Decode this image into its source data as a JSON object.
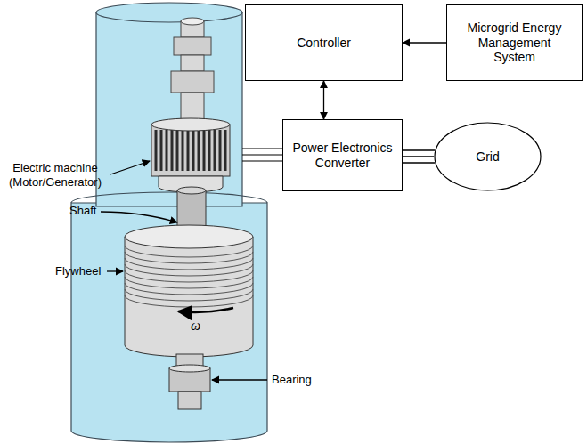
{
  "diagram": {
    "nodes": [
      {
        "text": [
          "Controller"
        ]
      },
      {
        "text": [
          "Microgrid Energy Management System"
        ]
      },
      {
        "text": [
          "Power Electronics Converter"
        ]
      },
      {
        "text": [
          "Grid"
        ]
      }
    ],
    "edges": [
      {
        "from": 1,
        "to": 0,
        "arrow": "to"
      },
      {
        "from": 0,
        "to": 2,
        "arrow": "both"
      },
      {
        "from": 2,
        "to": 3,
        "arrow": "none"
      }
    ],
    "labels": [
      "Electric machine (Motor/Generator)",
      "Shaft",
      "Flywheel",
      "ω",
      "Bearing"
    ]
  }
}
